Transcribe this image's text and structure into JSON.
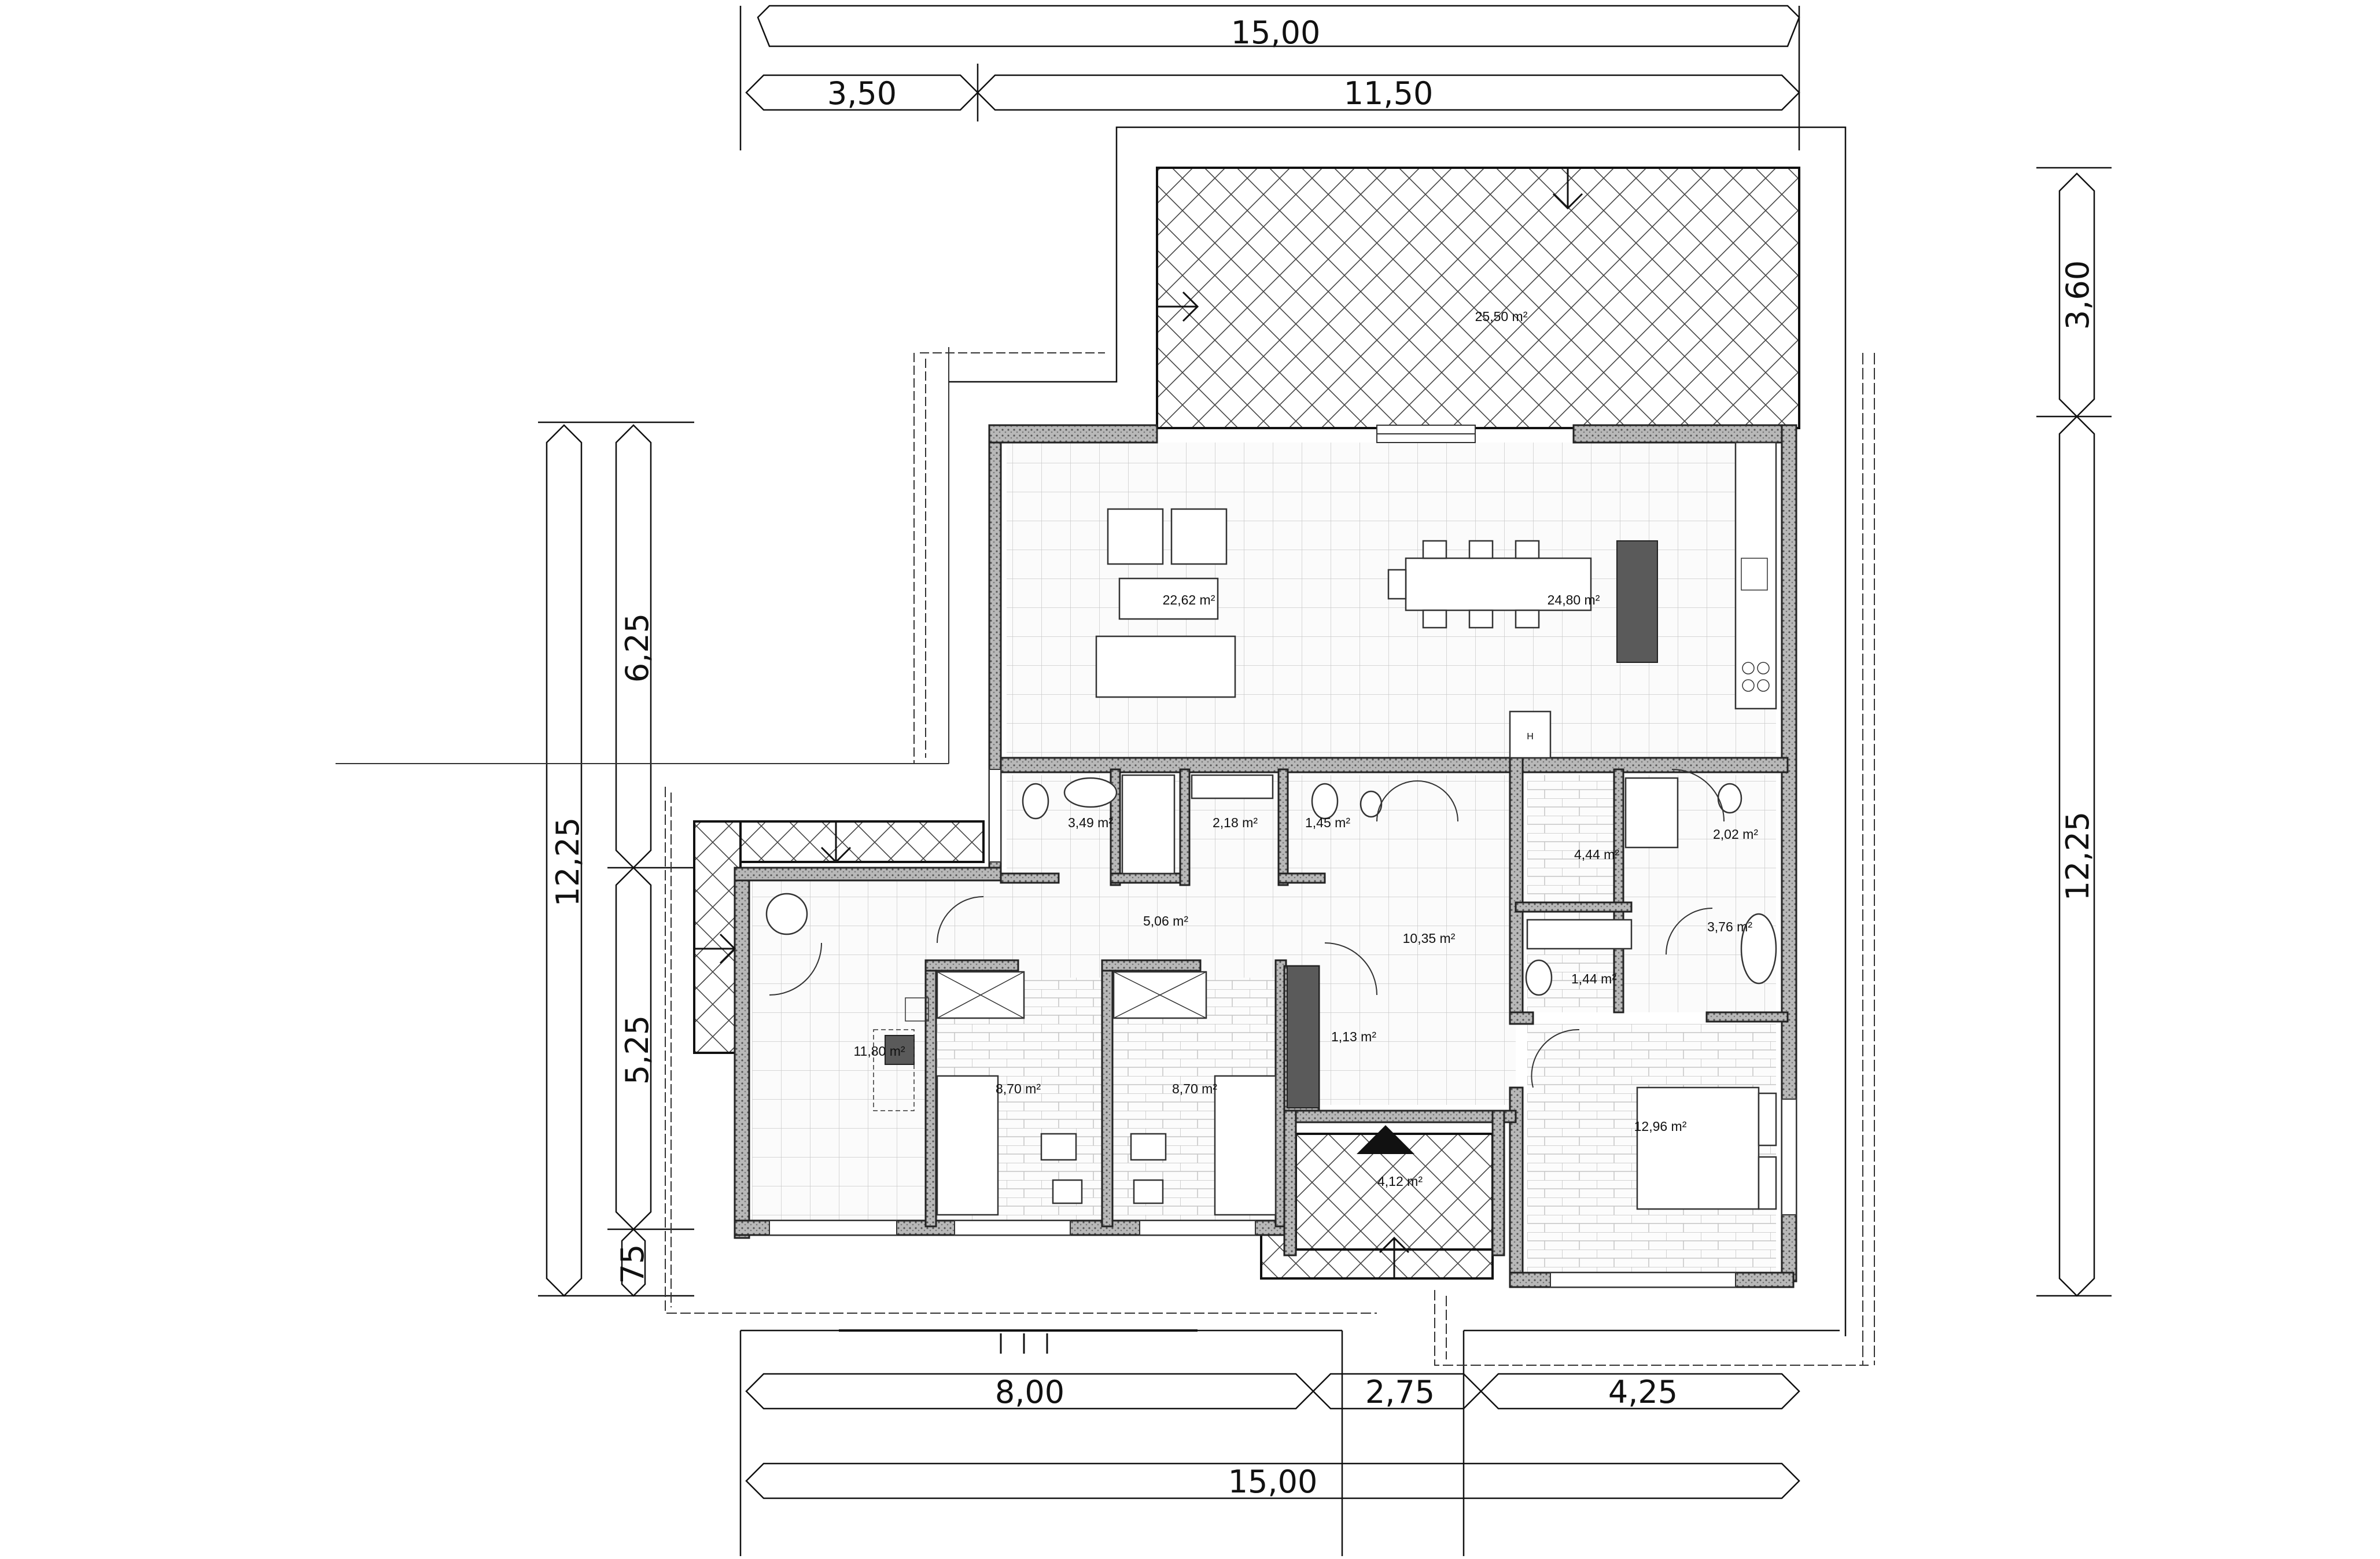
{
  "dimensions": {
    "top_total": "15,00",
    "top_left": "3,50",
    "top_right": "11,50",
    "right_top": "3,60",
    "right_main": "12,25",
    "left_total": "12,25",
    "left_upper": "6,25",
    "left_lower": "5,25",
    "left_small": "75",
    "bottom_left": "8,00",
    "bottom_mid": "2,75",
    "bottom_right": "4,25",
    "bottom_total": "15,00"
  },
  "rooms": {
    "terrace_north": "25,50 m²",
    "living": "22,62 m²",
    "kitchen_dining": "24,80 m²",
    "wc_1": "3,49 m²",
    "bath_1": "2,18 m²",
    "wc_2": "1,45 m²",
    "hall_1": "5,06 m²",
    "hall_2": "10,35 m²",
    "dressing": "4,44 m²",
    "bath_2": "2,02 m²",
    "bath_3": "3,76 m²",
    "wc_3": "1,44 m²",
    "storage": "1,13 m²",
    "utility": "11,80 m²",
    "bedroom_1": "8,70 m²",
    "bedroom_2": "8,70 m²",
    "master_bedroom": "12,96 m²",
    "entrance_porch": "4,12 m²"
  },
  "labels": {
    "heater_mark": "H"
  }
}
